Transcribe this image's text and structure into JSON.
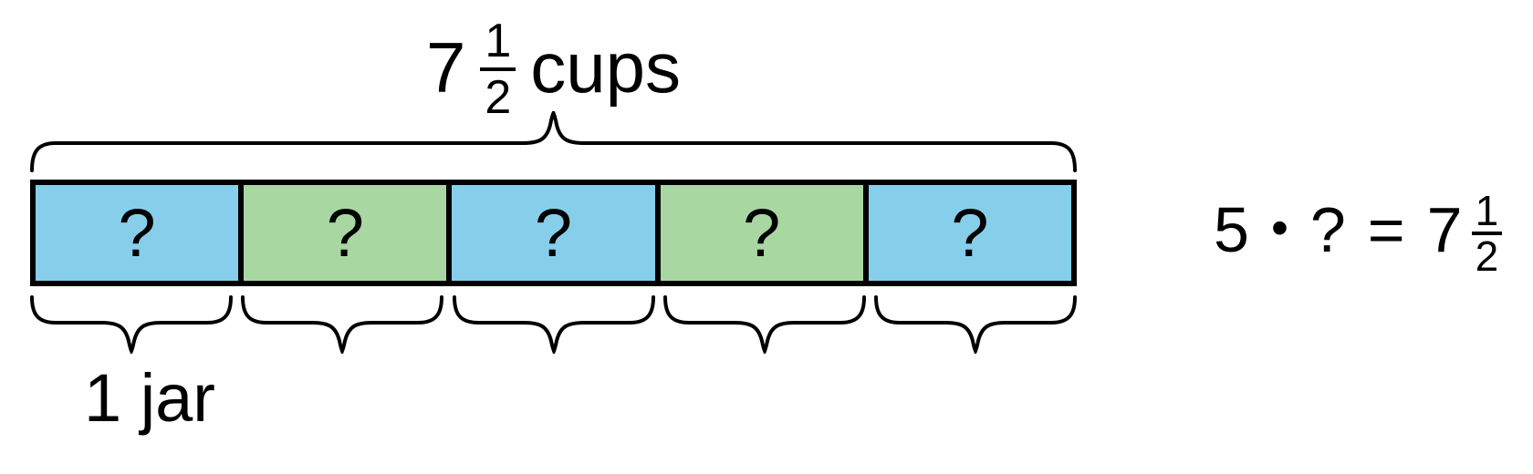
{
  "colors": {
    "cell_blue": "#87CEEB",
    "cell_green": "#A8D7A2",
    "line": "#000000",
    "background": "#FFFFFF"
  },
  "tape_diagram": {
    "total_label": {
      "whole_number": "7",
      "fraction_numerator": "1",
      "fraction_denominator": "2",
      "unit": "cups"
    },
    "cells": [
      {
        "value": "?",
        "color": "blue"
      },
      {
        "value": "?",
        "color": "green"
      },
      {
        "value": "?",
        "color": "blue"
      },
      {
        "value": "?",
        "color": "green"
      },
      {
        "value": "?",
        "color": "blue"
      }
    ],
    "unit_label": "1 jar"
  },
  "equation": {
    "factor": "5",
    "operator": "•",
    "unknown": "?",
    "equals": "=",
    "result_whole": "7",
    "result_fraction_numerator": "1",
    "result_fraction_denominator": "2"
  }
}
